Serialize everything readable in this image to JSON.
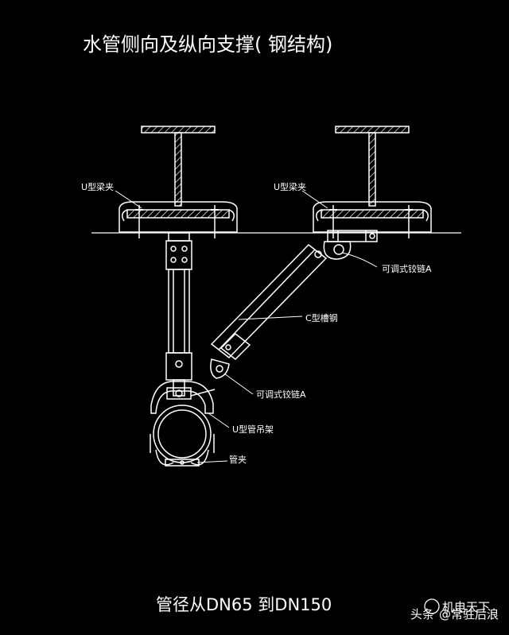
{
  "diagram": {
    "title": "水管侧向及纵向支撑( 钢结构)",
    "caption": "管径从DN65 到DN150",
    "labels": {
      "u_clamp_left": "U型梁夹",
      "u_clamp_right": "U型梁夹",
      "hinge_top": "可调式铰链A",
      "channel_steel": "C型槽钢",
      "hinge_bottom": "可调式铰链A",
      "u_hanger": "U型管吊架",
      "pipe_clamp": "管夹"
    }
  },
  "watermark": {
    "prefix": "头条",
    "author": "@常驻后浪",
    "badge": "机电天下"
  },
  "colors": {
    "background": "#000000",
    "lines": "#ffffff"
  }
}
